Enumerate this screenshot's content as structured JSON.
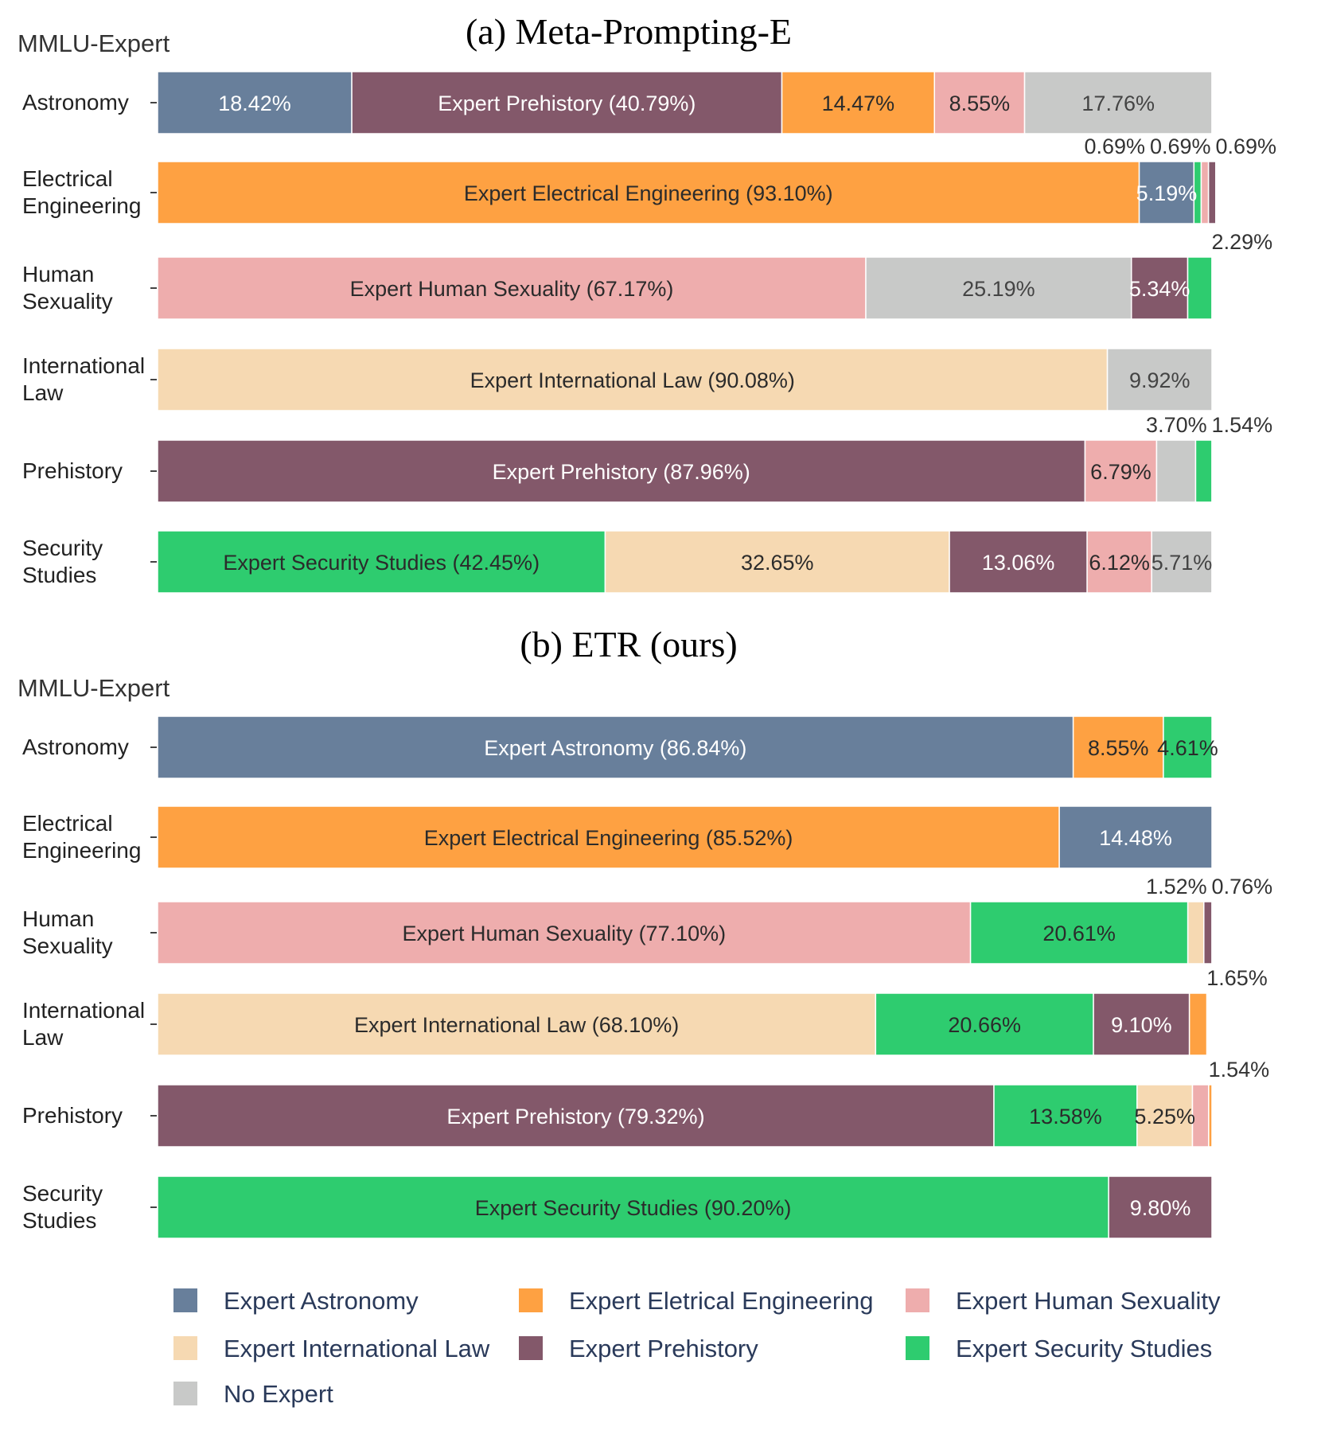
{
  "colors": {
    "Expert Astronomy": "#687f9b",
    "Expert Electrical Engineering": "#fea142",
    "Expert Human Sexuality": "#eeadad",
    "Expert International Law": "#f6d9b2",
    "Expert Prehistory": "#83586a",
    "Expert Security Studies": "#2ecc6f",
    "No Expert": "#c8c9c8"
  },
  "legend": [
    {
      "key": "Expert Astronomy",
      "label": "Expert Astronomy"
    },
    {
      "key": "Expert Electrical Engineering",
      "label": "Expert Eletrical Engineering"
    },
    {
      "key": "Expert Human Sexuality",
      "label": "Expert Human Sexuality"
    },
    {
      "key": "Expert International Law",
      "label": "Expert International Law"
    },
    {
      "key": "Expert Prehistory",
      "label": "Expert Prehistory"
    },
    {
      "key": "Expert Security Studies",
      "label": "Expert Security Studies"
    },
    {
      "key": "No Expert",
      "label": "No Expert"
    }
  ],
  "chart_data": [
    {
      "type": "bar",
      "orientation": "horizontal",
      "stacked": true,
      "title": "(a) Meta-Prompting-E",
      "dataset_label": "MMLU-Expert",
      "xlim": [
        0,
        100
      ],
      "rows": [
        {
          "category": [
            "Astronomy"
          ],
          "segments": [
            {
              "expert": "Expert Astronomy",
              "value": 18.42,
              "label": "18.42%"
            },
            {
              "expert": "Expert Prehistory",
              "value": 40.79,
              "label": "Expert Prehistory (40.79%)"
            },
            {
              "expert": "Expert Electrical Engineering",
              "value": 14.47,
              "label": "14.47%"
            },
            {
              "expert": "Expert Human Sexuality",
              "value": 8.55,
              "label": "8.55%"
            },
            {
              "expert": "No Expert",
              "value": 17.76,
              "label": "17.76%"
            }
          ]
        },
        {
          "category": [
            "Electrical",
            "Engineering"
          ],
          "segments": [
            {
              "expert": "Expert Electrical Engineering",
              "value": 93.1,
              "label": "Expert Electrical Engineering (93.10%)"
            },
            {
              "expert": "Expert Astronomy",
              "value": 5.19,
              "label": "5.19%"
            },
            {
              "expert": "Expert Security Studies",
              "value": 0.69,
              "label": "0.69%"
            },
            {
              "expert": "Expert Human Sexuality",
              "value": 0.69,
              "label": "0.69%"
            },
            {
              "expert": "Expert Prehistory",
              "value": 0.69,
              "label": "0.69%"
            }
          ]
        },
        {
          "category": [
            "Human",
            "Sexuality"
          ],
          "segments": [
            {
              "expert": "Expert Human Sexuality",
              "value": 67.17,
              "label": "Expert Human Sexuality (67.17%)"
            },
            {
              "expert": "No Expert",
              "value": 25.19,
              "label": "25.19%"
            },
            {
              "expert": "Expert Prehistory",
              "value": 5.34,
              "label": "5.34%"
            },
            {
              "expert": "Expert Security Studies",
              "value": 2.29,
              "label": "2.29%"
            }
          ]
        },
        {
          "category": [
            "International",
            "Law"
          ],
          "segments": [
            {
              "expert": "Expert International Law",
              "value": 90.08,
              "label": "Expert International Law (90.08%)"
            },
            {
              "expert": "No Expert",
              "value": 9.92,
              "label": "9.92%"
            }
          ]
        },
        {
          "category": [
            "Prehistory"
          ],
          "segments": [
            {
              "expert": "Expert Prehistory",
              "value": 87.96,
              "label": "Expert Prehistory (87.96%)"
            },
            {
              "expert": "Expert Human Sexuality",
              "value": 6.79,
              "label": "6.79%"
            },
            {
              "expert": "No Expert",
              "value": 3.7,
              "label": "3.70%"
            },
            {
              "expert": "Expert Security Studies",
              "value": 1.54,
              "label": "1.54%"
            }
          ]
        },
        {
          "category": [
            "Security",
            "Studies"
          ],
          "segments": [
            {
              "expert": "Expert Security Studies",
              "value": 42.45,
              "label": "Expert Security Studies (42.45%)"
            },
            {
              "expert": "Expert International Law",
              "value": 32.65,
              "label": "32.65%"
            },
            {
              "expert": "Expert Prehistory",
              "value": 13.06,
              "label": "13.06%"
            },
            {
              "expert": "Expert Human Sexuality",
              "value": 6.12,
              "label": "6.12%"
            },
            {
              "expert": "No Expert",
              "value": 5.71,
              "label": "5.71%"
            }
          ]
        }
      ]
    },
    {
      "type": "bar",
      "orientation": "horizontal",
      "stacked": true,
      "title": "(b) ETR (ours)",
      "dataset_label": "MMLU-Expert",
      "xlim": [
        0,
        100
      ],
      "rows": [
        {
          "category": [
            "Astronomy"
          ],
          "segments": [
            {
              "expert": "Expert Astronomy",
              "value": 86.84,
              "label": "Expert Astronomy (86.84%)"
            },
            {
              "expert": "Expert Electrical Engineering",
              "value": 8.55,
              "label": "8.55%"
            },
            {
              "expert": "Expert Security Studies",
              "value": 4.61,
              "label": "4.61%"
            }
          ]
        },
        {
          "category": [
            "Electrical",
            "Engineering"
          ],
          "segments": [
            {
              "expert": "Expert Electrical Engineering",
              "value": 85.52,
              "label": "Expert Electrical Engineering (85.52%)"
            },
            {
              "expert": "Expert Astronomy",
              "value": 14.48,
              "label": "14.48%"
            }
          ]
        },
        {
          "category": [
            "Human",
            "Sexuality"
          ],
          "segments": [
            {
              "expert": "Expert Human Sexuality",
              "value": 77.1,
              "label": "Expert Human Sexuality (77.10%)"
            },
            {
              "expert": "Expert Security Studies",
              "value": 20.61,
              "label": "20.61%"
            },
            {
              "expert": "Expert International Law",
              "value": 1.52,
              "label": "1.52%"
            },
            {
              "expert": "Expert Prehistory",
              "value": 0.76,
              "label": "0.76%"
            }
          ]
        },
        {
          "category": [
            "International",
            "Law"
          ],
          "segments": [
            {
              "expert": "Expert International Law",
              "value": 68.1,
              "label": "Expert International Law (68.10%)"
            },
            {
              "expert": "Expert Security Studies",
              "value": 20.66,
              "label": "20.66%"
            },
            {
              "expert": "Expert Prehistory",
              "value": 9.1,
              "label": "9.10%"
            },
            {
              "expert": "Expert Electrical Engineering",
              "value": 1.65,
              "label": "1.65%"
            }
          ]
        },
        {
          "category": [
            "Prehistory"
          ],
          "segments": [
            {
              "expert": "Expert Prehistory",
              "value": 79.32,
              "label": "Expert Prehistory (79.32%)"
            },
            {
              "expert": "Expert Security Studies",
              "value": 13.58,
              "label": "13.58%"
            },
            {
              "expert": "Expert International Law",
              "value": 5.25,
              "label": "5.25%"
            },
            {
              "expert": "Expert Human Sexuality",
              "value": 1.54,
              "label": "1.54%"
            },
            {
              "expert": "Expert Electrical Engineering",
              "value": 0.31,
              "label": ""
            }
          ]
        },
        {
          "category": [
            "Security",
            "Studies"
          ],
          "segments": [
            {
              "expert": "Expert Security Studies",
              "value": 90.2,
              "label": "Expert Security Studies (90.20%)"
            },
            {
              "expert": "Expert Prehistory",
              "value": 9.8,
              "label": "9.80%"
            }
          ]
        }
      ]
    }
  ]
}
